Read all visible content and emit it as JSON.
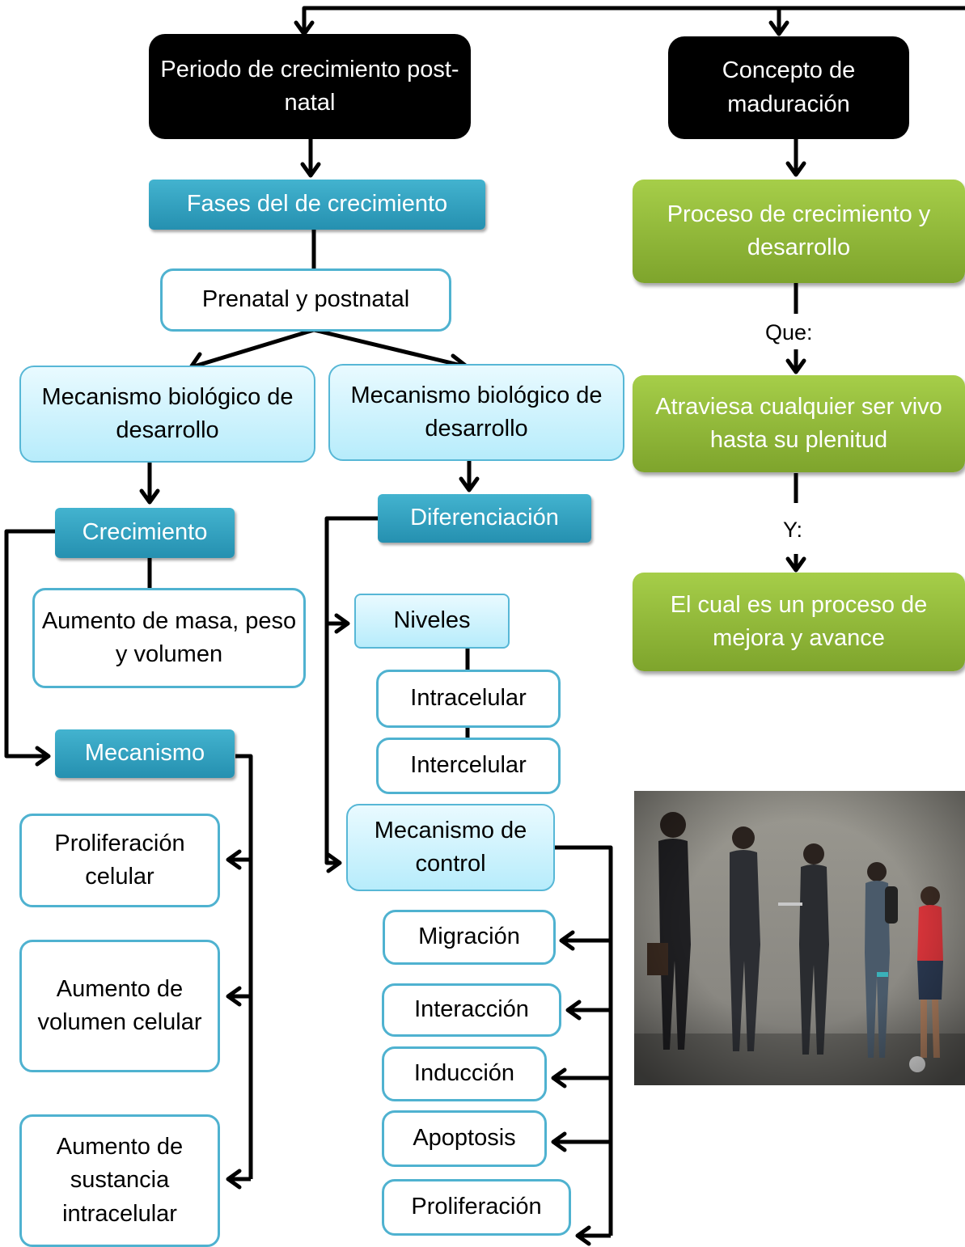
{
  "nodes": {
    "periodo": "Periodo de crecimiento post-natal",
    "concepto": "Concepto de maduración",
    "fases": "Fases del de crecimiento",
    "prenatal": "Prenatal y postnatal",
    "mec_bio_1": "Mecanismo biológico de desarrollo",
    "mec_bio_2": "Mecanismo biológico de desarrollo",
    "crecimiento": "Crecimiento",
    "aumento_masa": "Aumento de masa, peso y volumen",
    "mecanismo": "Mecanismo",
    "proliferacion_celular": "Proliferación celular",
    "aumento_volumen": "Aumento de volumen celular",
    "aumento_sustancia": "Aumento de sustancia intracelular",
    "diferenciacion": "Diferenciación",
    "niveles": "Niveles",
    "intracelular": "Intracelular",
    "intercelular": "Intercelular",
    "mec_control": "Mecanismo de control",
    "migracion": "Migración",
    "interaccion": "Interacción",
    "induccion": "Inducción",
    "apoptosis": "Apoptosis",
    "proliferacion": "Proliferación",
    "proceso": "Proceso de crecimiento y desarrollo",
    "atraviesa": "Atraviesa cualquier ser vivo hasta su plenitud",
    "el_cual": "El cual es un proceso de mejora y avance"
  },
  "labels": {
    "que": "Que:",
    "y": "Y:"
  },
  "colors": {
    "black_box": "#000000",
    "teal_box": "#2fa3c3",
    "light_blue_box": "#c6f0fb",
    "border_blue": "#4fb2d0",
    "green_box": "#8db73a",
    "connector": "#000000"
  }
}
